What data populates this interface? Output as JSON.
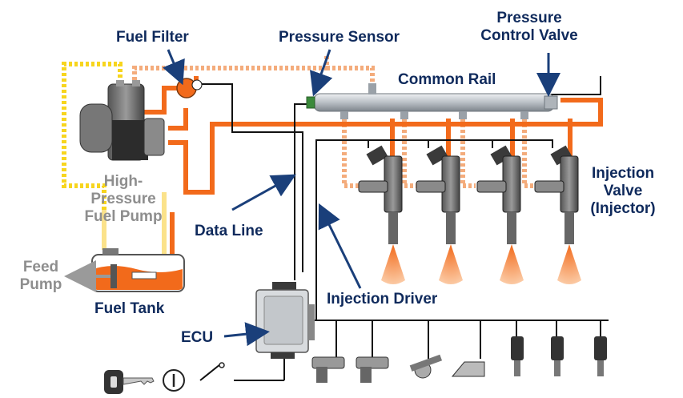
{
  "labels": {
    "fuel_filter": "Fuel Filter",
    "pressure_sensor": "Pressure Sensor",
    "pressure_control_valve_line1": "Pressure",
    "pressure_control_valve_line2": "Control Valve",
    "common_rail": "Common Rail",
    "high_pressure_pump_line1": "High-",
    "high_pressure_pump_line2": "Pressure",
    "high_pressure_pump_line3": "Fuel Pump",
    "injection_valve_line1": "Injection",
    "injection_valve_line2": "Valve",
    "injection_valve_line3": "(Injector)",
    "data_line": "Data Line",
    "feed_pump_line1": "Feed",
    "feed_pump_line2": "Pump",
    "fuel_tank": "Fuel Tank",
    "injection_driver": "Injection Driver",
    "ecu": "ECU"
  },
  "colors": {
    "label_text": "#0f2a5c",
    "muted_label_text": "#8e8e8e",
    "high_pressure_fuel": "#f26a1b",
    "low_pressure_fuel": "#f4ac7c",
    "feed_line": "#f7d51e",
    "return_line_light": "#fbe28a",
    "fuel_tank_fill": "#f26a1b",
    "rail_metal": "#c9ced3",
    "component_dark": "#3a3a3a",
    "wire": "#111111",
    "arrow": "#1a3f7a",
    "spray": "#f58233"
  },
  "icons": {
    "key": "key-icon",
    "ignition": "ignition-switch-icon",
    "spray": "fuel-spray-icon"
  }
}
